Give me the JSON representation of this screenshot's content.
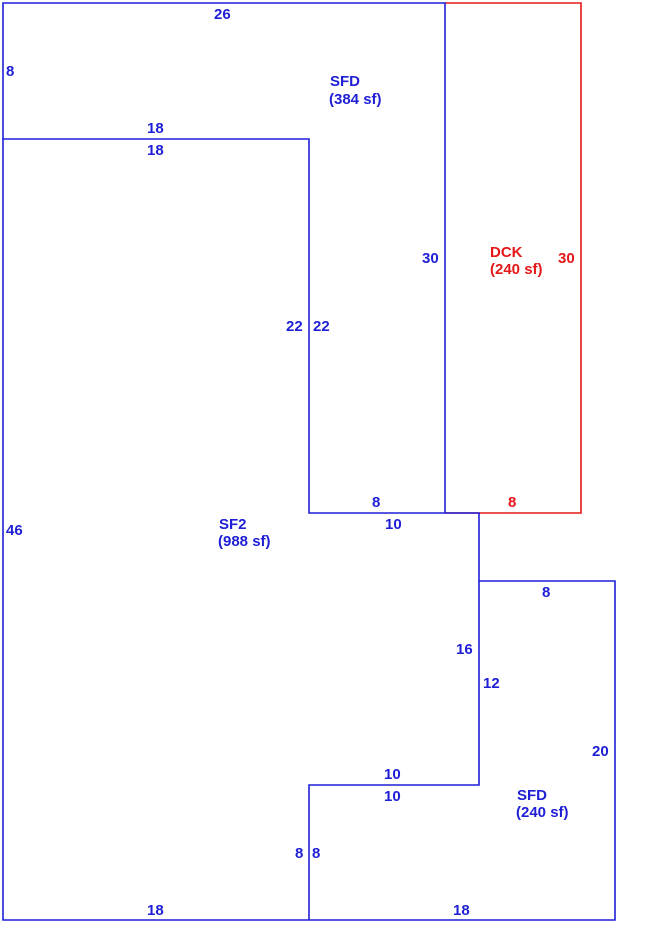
{
  "colors": {
    "structure": "#1f1fd6",
    "deck": "#e41818",
    "background": "#ffffff"
  },
  "areas": {
    "sfd_top": {
      "name": "SFD",
      "area": "(384 sf)"
    },
    "dck": {
      "name": "DCK",
      "area": "(240 sf)"
    },
    "sf2": {
      "name": "SF2",
      "area": "(988 sf)"
    },
    "sfd_bottom": {
      "name": "SFD",
      "area": "(240 sf)"
    }
  },
  "dimensions": {
    "top": "26",
    "sfd_left": "8",
    "sfd_bottom_edge": "18",
    "sf2_top_edge": "18",
    "notch_left": "22",
    "notch_right": "22",
    "sfd_right": "30",
    "notch_bottom": "8",
    "notch_bottom_sf2": "10",
    "dck_right": "30",
    "dck_bottom": "8",
    "left": "46",
    "right_step": "16",
    "sfd2_top": "8",
    "sfd2_left": "12",
    "sfd2_right": "20",
    "inner_step_top": "10",
    "inner_step_bottom": "10",
    "inner_left": "8",
    "inner_right": "8",
    "bottom_left": "18",
    "bottom_right": "18"
  }
}
